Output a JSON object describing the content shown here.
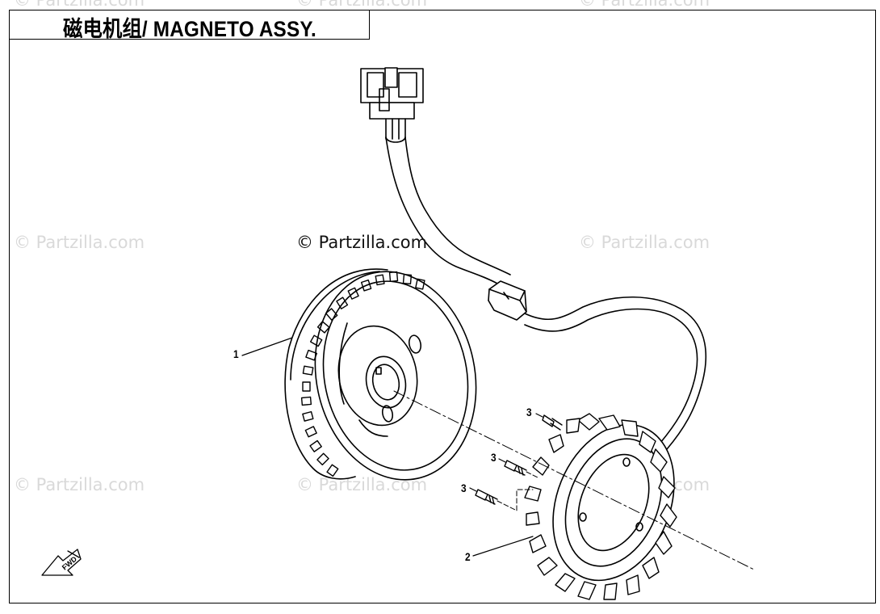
{
  "title": "磁电机组/ MAGNETO ASSY.",
  "watermark_text": "© Partzilla.com",
  "callouts": {
    "flywheel": "1",
    "stator": "2",
    "bolt_a": "3",
    "bolt_b": "3",
    "bolt_c": "3"
  },
  "fwd_arrow_label": "FWD"
}
